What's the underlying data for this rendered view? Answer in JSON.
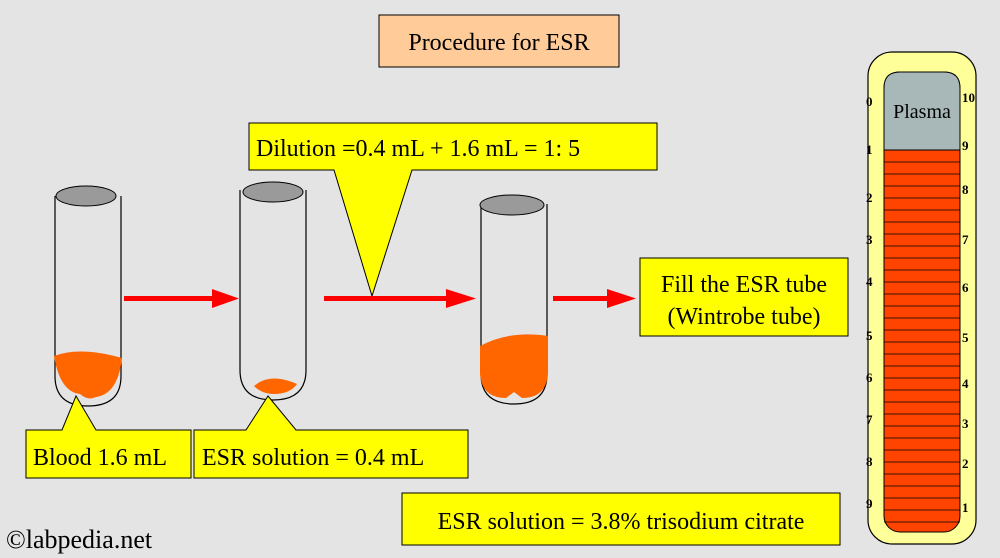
{
  "title": "Procedure for ESR",
  "dilution_note": "Dilution =0.4 mL + 1.6 mL = 1: 5",
  "blood_label": "Blood 1.6 mL",
  "esr_solution_label": "ESR solution = 0.4 mL",
  "fill_line1": "Fill the ESR tube",
  "fill_line2": "(Wintrobe tube)",
  "composition_note": "ESR solution = 3.8% trisodium citrate",
  "watermark": "©labpedia.net",
  "wintrobe": {
    "plasma_label": "Plasma",
    "left_scale": [
      "0",
      "1",
      "2",
      "3",
      "4",
      "5",
      "6",
      "7",
      "8",
      "9"
    ],
    "right_scale": [
      "10",
      "9",
      "8",
      "7",
      "6",
      "5",
      "4",
      "3",
      "2",
      "1"
    ]
  },
  "colors": {
    "blood": "#ff6600",
    "blood_dark": "#cc3300",
    "arrow": "#ff0000",
    "callout_fill": "#ffff00",
    "title_fill": "#ffcc99",
    "plasma": "#a8b8b8",
    "cap": "#9a9a9a",
    "tube_bg": "#ffff99"
  }
}
